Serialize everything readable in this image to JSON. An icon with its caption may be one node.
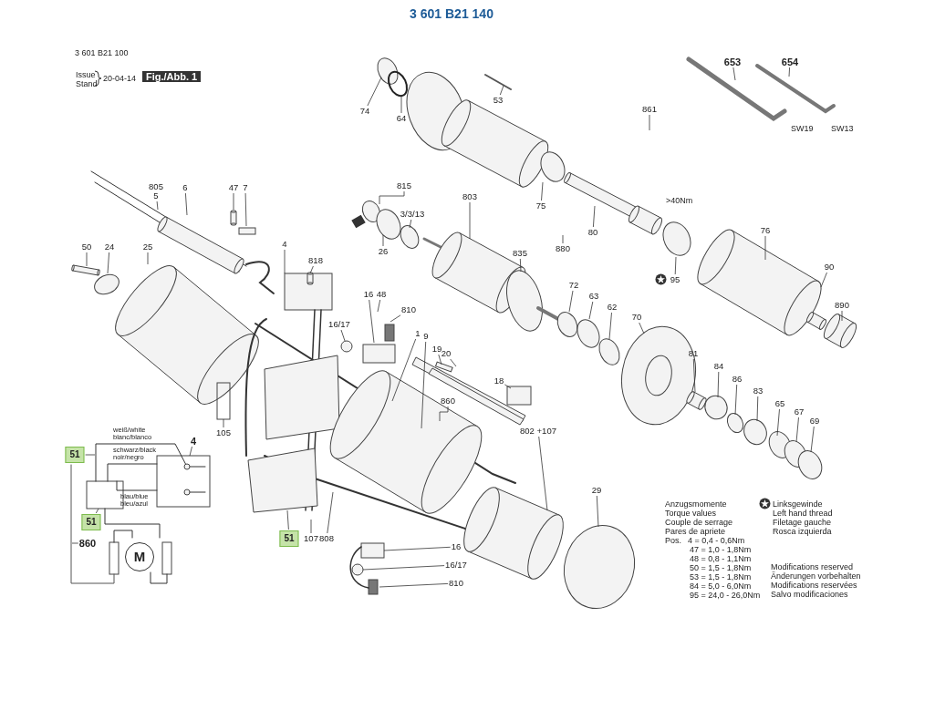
{
  "diagram": {
    "title": "3 601 B21 140",
    "nodes": [
      {
        "text": [
          "805",
          "5"
        ]
      },
      {
        "text": [
          "6"
        ]
      },
      {
        "text": [
          "47"
        ]
      },
      {
        "text": [
          "7"
        ]
      },
      {
        "text": [
          "50"
        ]
      },
      {
        "text": [
          "24"
        ]
      },
      {
        "text": [
          "25"
        ]
      },
      {
        "text": [
          "4"
        ]
      },
      {
        "text": [
          "818"
        ]
      },
      {
        "text": [
          "74"
        ]
      },
      {
        "text": [
          "64"
        ]
      },
      {
        "text": [
          "53"
        ]
      },
      {
        "text": [
          "861"
        ]
      },
      {
        "text": [
          "653"
        ]
      },
      {
        "text": [
          "654"
        ]
      },
      {
        "text": [
          "815"
        ]
      },
      {
        "text": [
          "3/3/13"
        ]
      },
      {
        "text": [
          "803"
        ]
      },
      {
        "text": [
          "26"
        ]
      },
      {
        "text": [
          "835"
        ]
      },
      {
        "text": [
          "75"
        ]
      },
      {
        "text": [
          "880"
        ]
      },
      {
        "text": [
          "80"
        ]
      },
      {
        "text": [
          "76"
        ]
      },
      {
        "text": [
          "95"
        ]
      },
      {
        "text": [
          "90"
        ]
      },
      {
        "text": [
          "890"
        ]
      },
      {
        "text": [
          "16"
        ]
      },
      {
        "text": [
          "48"
        ]
      },
      {
        "text": [
          "810"
        ]
      },
      {
        "text": [
          "16/17"
        ]
      },
      {
        "text": [
          "1"
        ]
      },
      {
        "text": [
          "9"
        ]
      },
      {
        "text": [
          "19"
        ]
      },
      {
        "text": [
          "20"
        ]
      },
      {
        "text": [
          "18"
        ]
      },
      {
        "text": [
          "860"
        ]
      },
      {
        "text": [
          "802 +107"
        ]
      },
      {
        "text": [
          "72"
        ]
      },
      {
        "text": [
          "63"
        ]
      },
      {
        "text": [
          "62"
        ]
      },
      {
        "text": [
          "70"
        ]
      },
      {
        "text": [
          "81"
        ]
      },
      {
        "text": [
          "84"
        ]
      },
      {
        "text": [
          "86"
        ]
      },
      {
        "text": [
          "83"
        ]
      },
      {
        "text": [
          "65"
        ]
      },
      {
        "text": [
          "67"
        ]
      },
      {
        "text": [
          "69"
        ]
      },
      {
        "text": [
          "29"
        ]
      },
      {
        "text": [
          "105"
        ]
      },
      {
        "text": [
          "4"
        ]
      },
      {
        "text": [
          "51"
        ]
      },
      {
        "text": [
          "51"
        ]
      },
      {
        "text": [
          "860"
        ]
      },
      {
        "text": [
          "M"
        ]
      },
      {
        "text": [
          "51"
        ]
      },
      {
        "text": [
          "107"
        ]
      },
      {
        "text": [
          "808"
        ]
      },
      {
        "text": [
          "16"
        ]
      },
      {
        "text": [
          "16/17"
        ]
      },
      {
        "text": [
          "810"
        ]
      }
    ],
    "edges": [
      {
        "from": 0,
        "to": null,
        "arrow": "none"
      },
      {
        "from": 1,
        "to": null,
        "arrow": "none"
      },
      {
        "from": 2,
        "to": null,
        "arrow": "none"
      },
      {
        "from": 3,
        "to": null,
        "arrow": "none"
      },
      {
        "from": 4,
        "to": null,
        "arrow": "none"
      },
      {
        "from": 5,
        "to": null,
        "arrow": "none"
      },
      {
        "from": 6,
        "to": null,
        "arrow": "none"
      },
      {
        "from": 7,
        "to": null,
        "arrow": "none"
      },
      {
        "from": 8,
        "to": null,
        "arrow": "none"
      },
      {
        "from": 9,
        "to": null,
        "arrow": "none"
      },
      {
        "from": 10,
        "to": null,
        "arrow": "none"
      },
      {
        "from": 11,
        "to": null,
        "arrow": "none"
      },
      {
        "from": 12,
        "to": null,
        "arrow": "none"
      },
      {
        "from": 13,
        "to": null,
        "arrow": "none"
      },
      {
        "from": 14,
        "to": null,
        "arrow": "none"
      },
      {
        "from": 15,
        "to": null,
        "arrow": "none"
      },
      {
        "from": 16,
        "to": null,
        "arrow": "none"
      },
      {
        "from": 17,
        "to": null,
        "arrow": "none"
      },
      {
        "from": 18,
        "to": null,
        "arrow": "none"
      },
      {
        "from": 19,
        "to": null,
        "arrow": "none"
      },
      {
        "from": 20,
        "to": null,
        "arrow": "none"
      },
      {
        "from": 21,
        "to": null,
        "arrow": "none"
      },
      {
        "from": 22,
        "to": null,
        "arrow": "none"
      },
      {
        "from": 23,
        "to": null,
        "arrow": "none"
      },
      {
        "from": 24,
        "to": null,
        "arrow": "none"
      },
      {
        "from": 25,
        "to": null,
        "arrow": "none"
      },
      {
        "from": 26,
        "to": null,
        "arrow": "none"
      },
      {
        "from": 27,
        "to": null,
        "arrow": "none"
      },
      {
        "from": 28,
        "to": null,
        "arrow": "none"
      },
      {
        "from": 29,
        "to": null,
        "arrow": "none"
      },
      {
        "from": 30,
        "to": null,
        "arrow": "none"
      },
      {
        "from": 31,
        "to": null,
        "arrow": "none"
      },
      {
        "from": 32,
        "to": null,
        "arrow": "none"
      },
      {
        "from": 33,
        "to": null,
        "arrow": "none"
      },
      {
        "from": 34,
        "to": null,
        "arrow": "none"
      },
      {
        "from": 35,
        "to": null,
        "arrow": "none"
      },
      {
        "from": 36,
        "to": null,
        "arrow": "none"
      },
      {
        "from": 37,
        "to": null,
        "arrow": "none"
      },
      {
        "from": 38,
        "to": null,
        "arrow": "none"
      },
      {
        "from": 39,
        "to": null,
        "arrow": "none"
      },
      {
        "from": 40,
        "to": null,
        "arrow": "none"
      },
      {
        "from": 41,
        "to": null,
        "arrow": "none"
      },
      {
        "from": 42,
        "to": null,
        "arrow": "none"
      },
      {
        "from": 43,
        "to": null,
        "arrow": "none"
      },
      {
        "from": 44,
        "to": null,
        "arrow": "none"
      },
      {
        "from": 45,
        "to": null,
        "arrow": "none"
      },
      {
        "from": 46,
        "to": null,
        "arrow": "none"
      },
      {
        "from": 47,
        "to": null,
        "arrow": "none"
      },
      {
        "from": 48,
        "to": null,
        "arrow": "none"
      },
      {
        "from": 49,
        "to": null,
        "arrow": "none"
      },
      {
        "from": 50,
        "to": null,
        "arrow": "none"
      },
      {
        "from": 51,
        "to": null,
        "arrow": "none"
      },
      {
        "from": 52,
        "to": null,
        "arrow": "none"
      },
      {
        "from": 53,
        "to": null,
        "arrow": "none"
      },
      {
        "from": 54,
        "to": null,
        "arrow": "none"
      },
      {
        "from": 56,
        "to": null,
        "arrow": "none"
      },
      {
        "from": 57,
        "to": null,
        "arrow": "none"
      },
      {
        "from": 58,
        "to": null,
        "arrow": "none"
      },
      {
        "from": 59,
        "to": null,
        "arrow": "none"
      },
      {
        "from": 60,
        "to": null,
        "arrow": "none"
      },
      {
        "from": 61,
        "to": null,
        "arrow": "none"
      }
    ],
    "labels": [
      "3 601 B21 100",
      "Issue",
      "Stand",
      "20-04-14",
      "Fig./Abb. 1",
      "SW19",
      "SW13",
      ">40Nm",
      "weiß/white",
      "blanc/blanco",
      "schwarz/black",
      "noir/negro",
      "blau/blue",
      "bleu/azul",
      "Anzugsmomente",
      "Torque values",
      "Couple de serrage",
      "Pares de apriete",
      "Pos.",
      "4 = 0,4 - 0,6Nm",
      "47 = 1,0 - 1,8Nm",
      "48 = 0,8 - 1,1Nm",
      "50 = 1,5 - 1,8Nm",
      "53 = 1,5 - 1,8Nm",
      "84 = 5,0 - 6,0Nm",
      "95 = 24,0 - 26,0Nm",
      "Linksgewinde",
      "Left hand thread",
      "Filetage gauche",
      "Rosca izquierda",
      "Modifications reserved",
      "Änderungen vorbehalten",
      "Modifications reservées",
      "Salvo modificaciones"
    ]
  }
}
